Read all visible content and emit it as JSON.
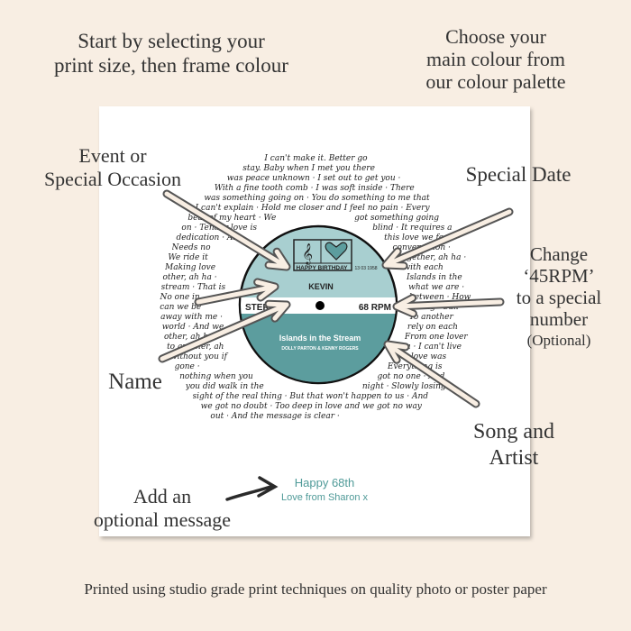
{
  "captions": {
    "top_left": [
      "Start by selecting your",
      "print size, then frame colour"
    ],
    "top_right": [
      "Choose your",
      "main colour from",
      "our colour palette"
    ],
    "event": [
      "Event or",
      "Special Occasion"
    ],
    "special_date": "Special Date",
    "change_rpm": [
      "Change",
      "‘45RPM’",
      "to a special",
      "number"
    ],
    "optional": "(Optional)",
    "name": "Name",
    "song_artist": [
      "Song and",
      "Artist"
    ],
    "message": [
      "Add an",
      "optional message"
    ],
    "footer": "Printed using studio grade print techniques on quality photo or poster paper"
  },
  "record": {
    "occasion": "HAPPY BIRTHDAY",
    "date": "13 03 1958",
    "name": "KEVIN",
    "stereo": "STEREO",
    "rpm": "68 RPM",
    "song": "Islands in the Stream",
    "artist": "DOLLY PARTON & KENNY ROGERS",
    "lyrics": [
      "I can't make it. Better go stay. Baby when I met you there was peace unknown · I set out to get you · With a fine tooth comb · I was soft inside ·",
      "There was something going on · You do something to me that I can't explain · Hold me closer and I feel no pain · Every beat of my heart · We got something going on ·",
      "Tender love is blind · It requires a dedication · All this love we feel · Needs no conversation · We ride it together, ah ha · Making love with each other, ah ha ·",
      "Islands in the stream · That is what we are · No one in between · How can we be wrong · Sail away with me · To another world · And we rely on each other, ah ha ·",
      "From one lover to another, ah ha · I can't live without you if the love was gone · Everything is nothing when you got no one · And you did walk in the night ·",
      "Slowly losing sight of the real thing · But that won't happen to us · And we got no doubt · Too deep in love and we got no way out · And the message is clear ·"
    ]
  },
  "message": {
    "line1": "Happy 68th",
    "line2": "Love from Sharon x"
  },
  "colors": {
    "background": "#f8eee3",
    "label_light": "#a8cfd0",
    "label_dark": "#5c9d9e",
    "message": "#4f9a98"
  }
}
